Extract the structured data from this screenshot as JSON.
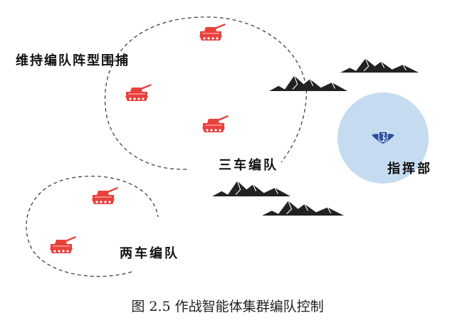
{
  "labels": {
    "formation_goal": "维持编队阵型围捕",
    "three_formation": "三车编队",
    "two_formation": "两车编队",
    "command": "指挥部"
  },
  "caption": "图 2.5 作战智能体集群编队控制",
  "colors": {
    "tank": "#e8413c",
    "command_fill": "#c5dcf0",
    "command_emblem": "#2b4fa0",
    "mountain": "#222222",
    "boundary": "#333333"
  },
  "icons": [
    "tank-icon",
    "mountain-icon",
    "command-emblem-icon"
  ]
}
